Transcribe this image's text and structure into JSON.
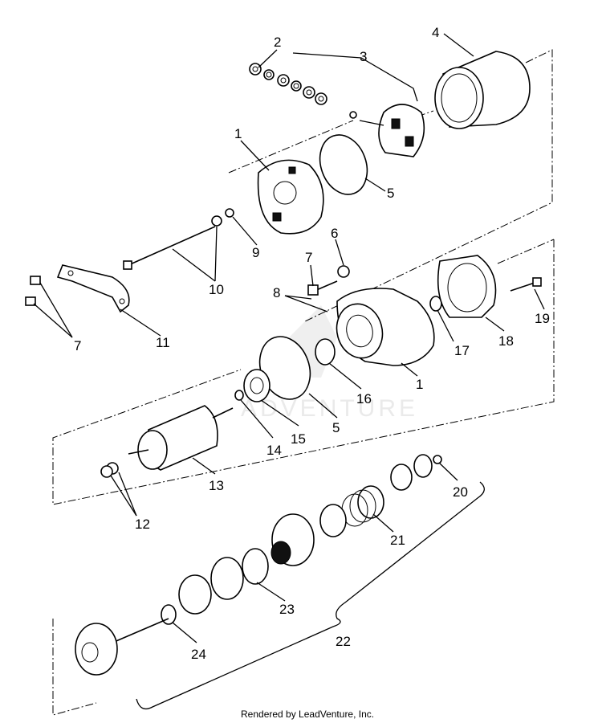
{
  "diagram": {
    "callouts": {
      "c1a": "1",
      "c1b": "1",
      "c2": "2",
      "c3": "3",
      "c4": "4",
      "c5a": "5",
      "c5b": "5",
      "c6": "6",
      "c7a": "7",
      "c7b": "7",
      "c8": "8",
      "c9": "9",
      "c10": "10",
      "c11": "11",
      "c12": "12",
      "c13": "13",
      "c14": "14",
      "c15": "15",
      "c16": "16",
      "c17": "17",
      "c18": "18",
      "c19": "19",
      "c20": "20",
      "c21": "21",
      "c22": "22",
      "c23": "23",
      "c24": "24"
    },
    "watermark": "ADVENTURE",
    "footer": "Rendered by LeadVenture, Inc."
  }
}
